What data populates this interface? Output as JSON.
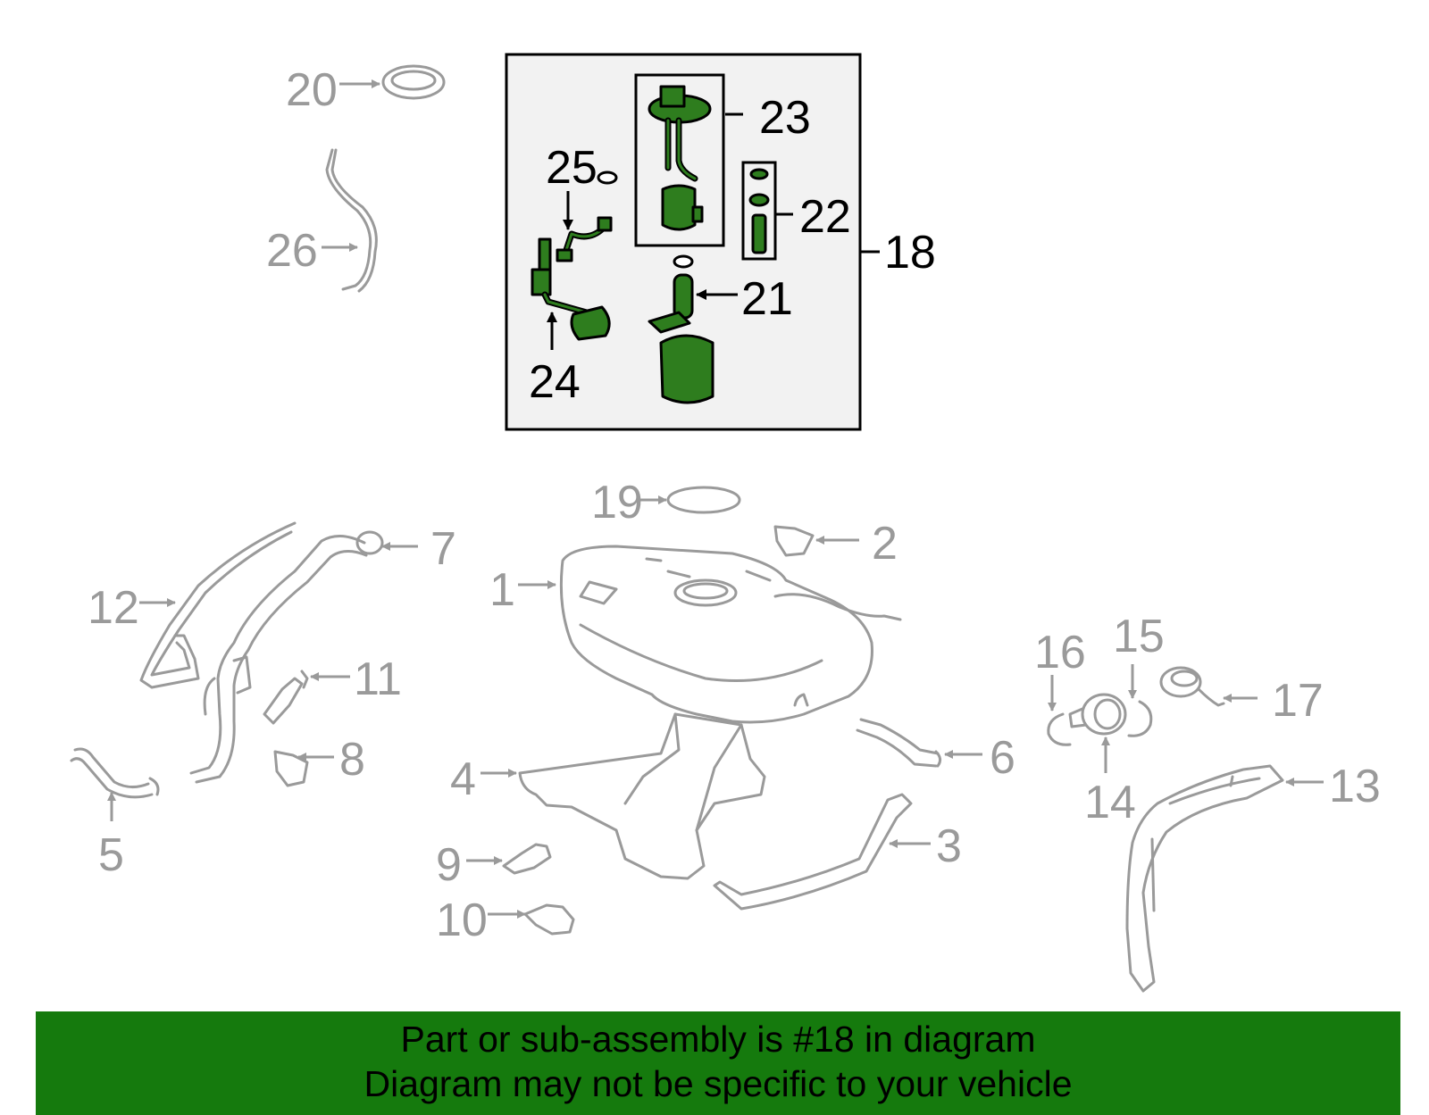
{
  "callouts": {
    "c1": "1",
    "c2": "2",
    "c3": "3",
    "c4": "4",
    "c5": "5",
    "c6": "6",
    "c7": "7",
    "c8": "8",
    "c9": "9",
    "c10": "10",
    "c11": "11",
    "c12": "12",
    "c13": "13",
    "c14": "14",
    "c15": "15",
    "c16": "16",
    "c17": "17",
    "c18": "18",
    "c19": "19",
    "c20": "20",
    "c21": "21",
    "c22": "22",
    "c23": "23",
    "c24": "24",
    "c25": "25",
    "c26": "26"
  },
  "colors": {
    "highlight_part": "#2e7d1e",
    "footer_background": "#157a0d",
    "other_parts": "#9a9a9a"
  },
  "footer": {
    "line1": "Part or sub-assembly is #18 in diagram",
    "line2": "Diagram may not be specific to your vehicle"
  }
}
